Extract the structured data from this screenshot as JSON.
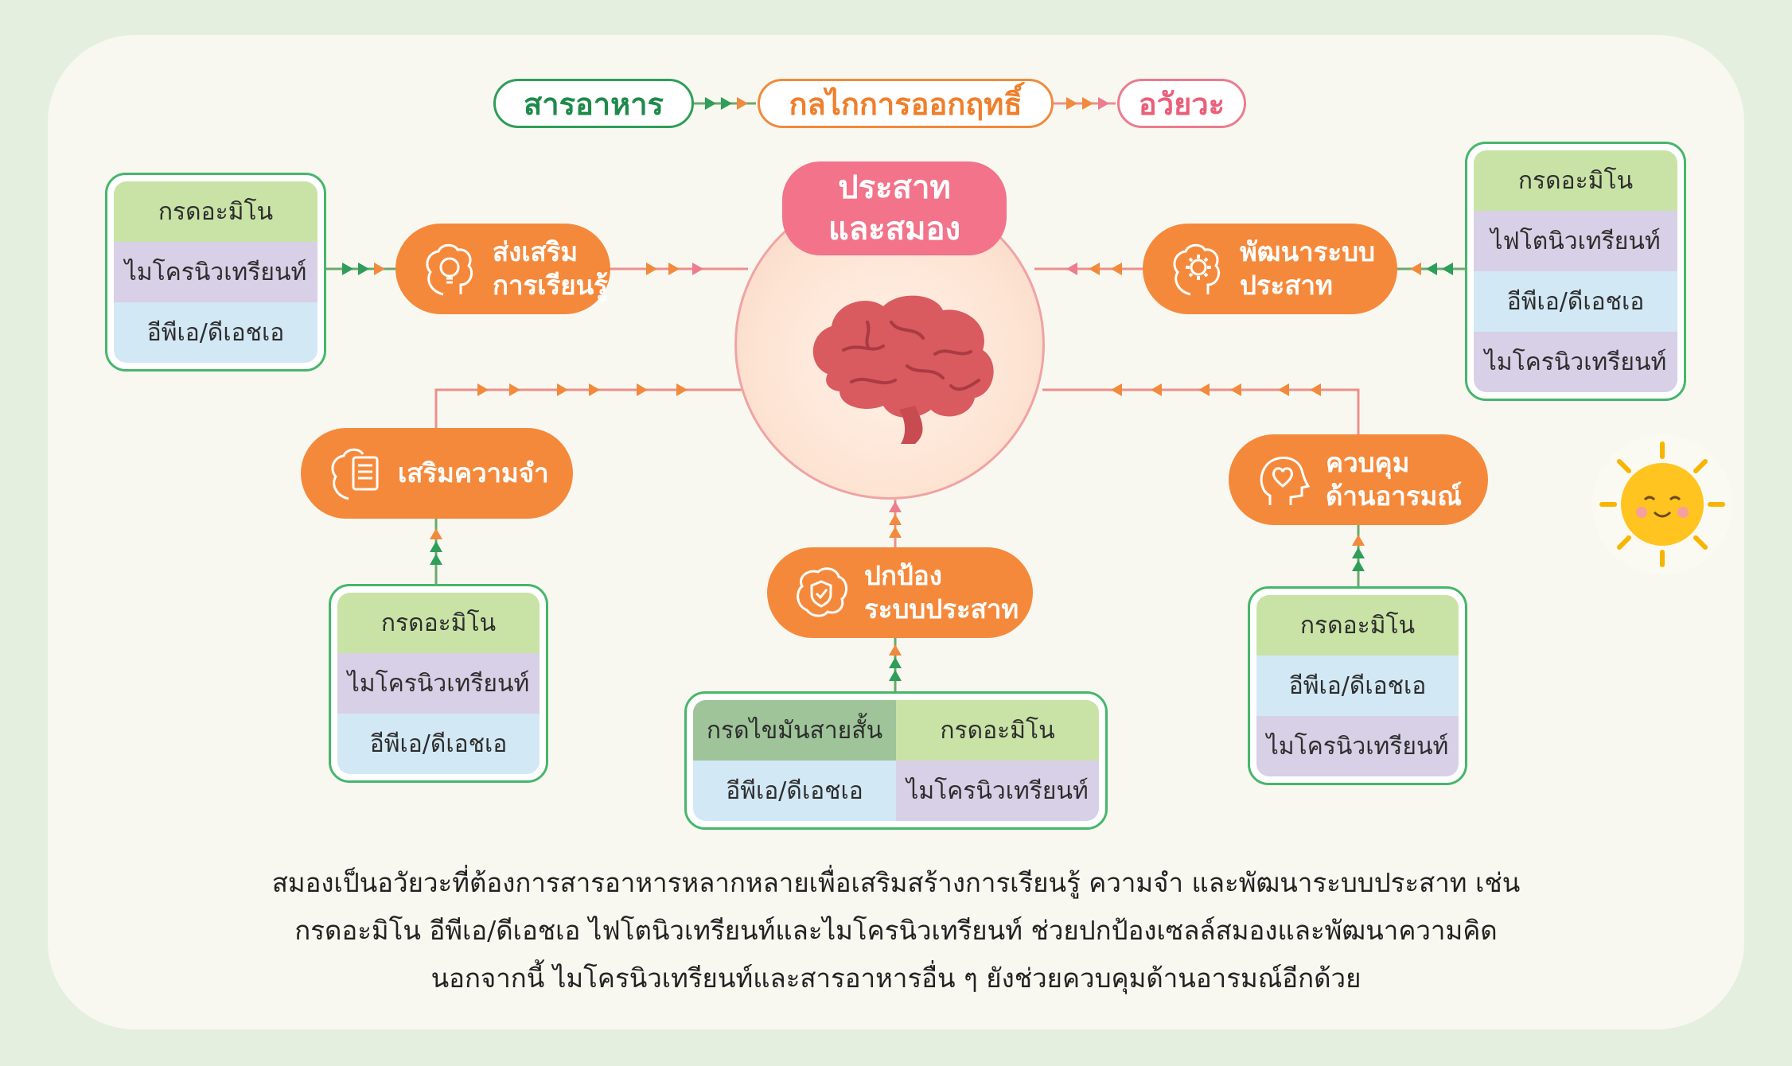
{
  "legend": {
    "nutrient": "สารอาหาร",
    "mechanism": "กลไกการออกฤทธิ์",
    "organ": "อวัยวะ"
  },
  "center": {
    "line1": "ประสาท",
    "line2": "และสมอง"
  },
  "mechanisms": {
    "learning": {
      "line1": "ส่งเสริม",
      "line2": "การเรียนรู้"
    },
    "nervous": {
      "line1": "พัฒนาระบบ",
      "line2": "ประสาท"
    },
    "memory": {
      "line1": "เสริมความจำ"
    },
    "emotion": {
      "line1": "ควบคุม",
      "line2": "ด้านอารมณ์"
    },
    "protect": {
      "line1": "ปกป้อง",
      "line2": "ระบบประสาท"
    }
  },
  "nutrient_boxes": {
    "learning": [
      "กรดอะมิโน",
      "ไมโครนิวเทรียนท์",
      "อีพีเอ/ดีเอชเอ"
    ],
    "nervous": [
      "กรดอะมิโน",
      "ไฟโตนิวเทรียนท์",
      "อีพีเอ/ดีเอชเอ",
      "ไมโครนิวเทรียนท์"
    ],
    "memory": [
      "กรดอะมิโน",
      "ไมโครนิวเทรียนท์",
      "อีพีเอ/ดีเอชเอ"
    ],
    "emotion": [
      "กรดอะมิโน",
      "อีพีเอ/ดีเอชเอ",
      "ไมโครนิวเทรียนท์"
    ],
    "protect": [
      "กรดไขมันสายสั้น",
      "กรดอะมิโน",
      "อีพีเอ/ดีเอชเอ",
      "ไมโครนิวเทรียนท์"
    ]
  },
  "caption": {
    "line1": "สมองเป็นอวัยวะที่ต้องการสารอาหารหลากหลายเพื่อเสริมสร้างการเรียนรู้ ความจำ และพัฒนาระบบประสาท เช่น",
    "line2": "กรดอะมิโน อีพีเอ/ดีเอชเอ ไฟโตนิวเทรียนท์และไมโครนิวเทรียนท์ ช่วยปกป้องเซลล์สมองและพัฒนาความคิด",
    "line3": "นอกจากนี้ ไมโครนิวเทรียนท์และสารอาหารอื่น ๆ ยังช่วยควบคุมด้านอารมณ์อีกด้วย"
  },
  "colors": {
    "nutrient_green": "#2e9e58",
    "mechanism_orange": "#f5893b",
    "organ_pink": "#f2738a"
  }
}
